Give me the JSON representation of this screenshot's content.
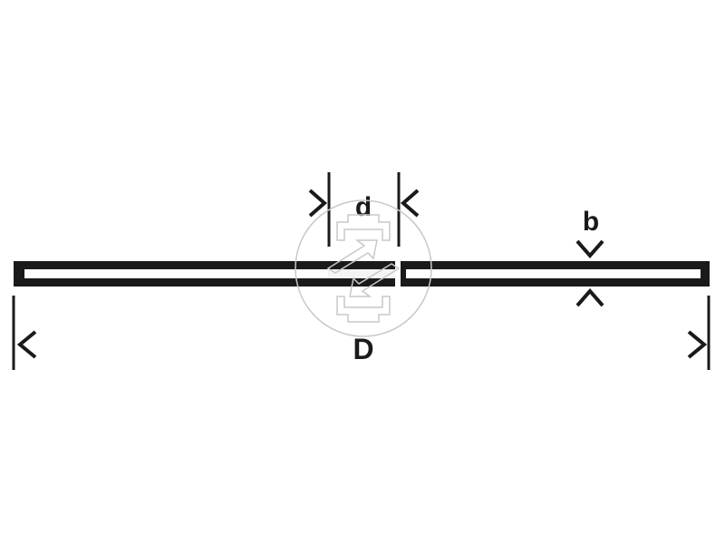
{
  "diagram": {
    "subject": "cutting disc cross-section",
    "labels": {
      "bore_diameter": "d",
      "thickness": "b",
      "outer_diameter": "D"
    },
    "colors": {
      "line": "#1a1a1a",
      "background": "#ffffff",
      "watermark": "#c8c8c8"
    }
  }
}
